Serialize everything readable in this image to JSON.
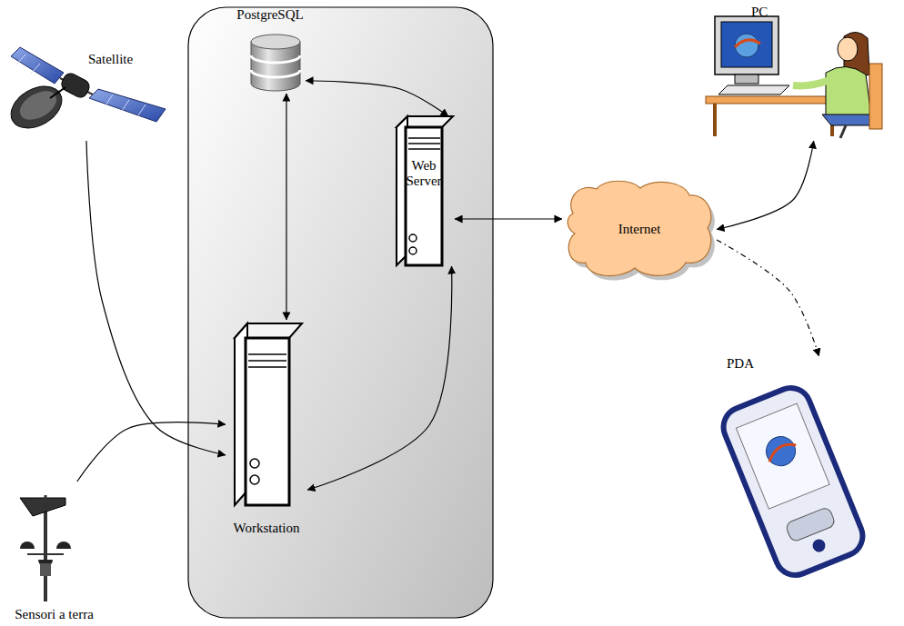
{
  "diagram": {
    "nodes": [
      {
        "text": [
          "PostgreSQL"
        ]
      },
      {
        "text": [
          "PC"
        ]
      },
      {
        "text": [
          "Satellite"
        ]
      },
      {
        "text": [
          "Web Server"
        ]
      },
      {
        "text": [
          "Internet"
        ]
      },
      {
        "text": [
          "PDA"
        ]
      },
      {
        "text": [
          "Workstation"
        ]
      },
      {
        "text": [
          "Sensori a terra"
        ]
      }
    ],
    "edges": [
      {
        "from": 0,
        "to": 3,
        "arrow": "both"
      },
      {
        "from": 0,
        "to": 6,
        "arrow": "both"
      },
      {
        "from": 2,
        "to": 6,
        "arrow": "to"
      },
      {
        "from": 7,
        "to": 6,
        "arrow": "to"
      },
      {
        "from": 6,
        "to": 3,
        "arrow": "both"
      },
      {
        "from": 3,
        "to": 4,
        "arrow": "both"
      },
      {
        "from": 4,
        "to": 1,
        "arrow": "both"
      },
      {
        "from": 4,
        "to": 5,
        "arrow": "to"
      }
    ]
  }
}
